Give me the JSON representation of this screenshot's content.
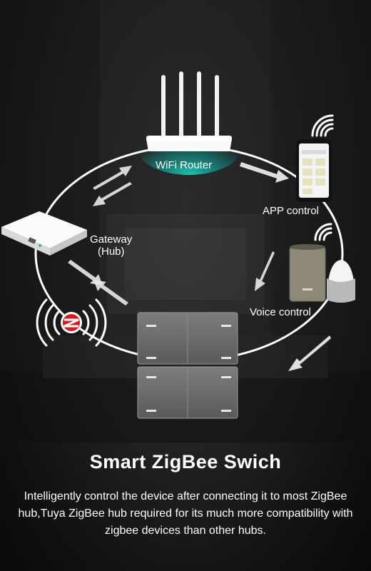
{
  "diagram": {
    "router_label": "WiFi Router",
    "app_label": "APP control",
    "gateway_label_line1": "Gateway",
    "gateway_label_line2": "(Hub)",
    "voice_label": "Voice control"
  },
  "headline": "Smart ZigBee Swich",
  "description": "Intelligently control the device after connecting it to most ZigBee hub,Tuya ZigBee hub required for its much more compatibility with zigbee devices than other hubs.",
  "icons": [
    "wifi-router-icon",
    "smartphone-icon",
    "gateway-hub-icon",
    "smart-speaker-icon",
    "zigbee-logo-icon",
    "wall-switch-panel-icon",
    "signal-waves-icon",
    "arrow-icon"
  ]
}
